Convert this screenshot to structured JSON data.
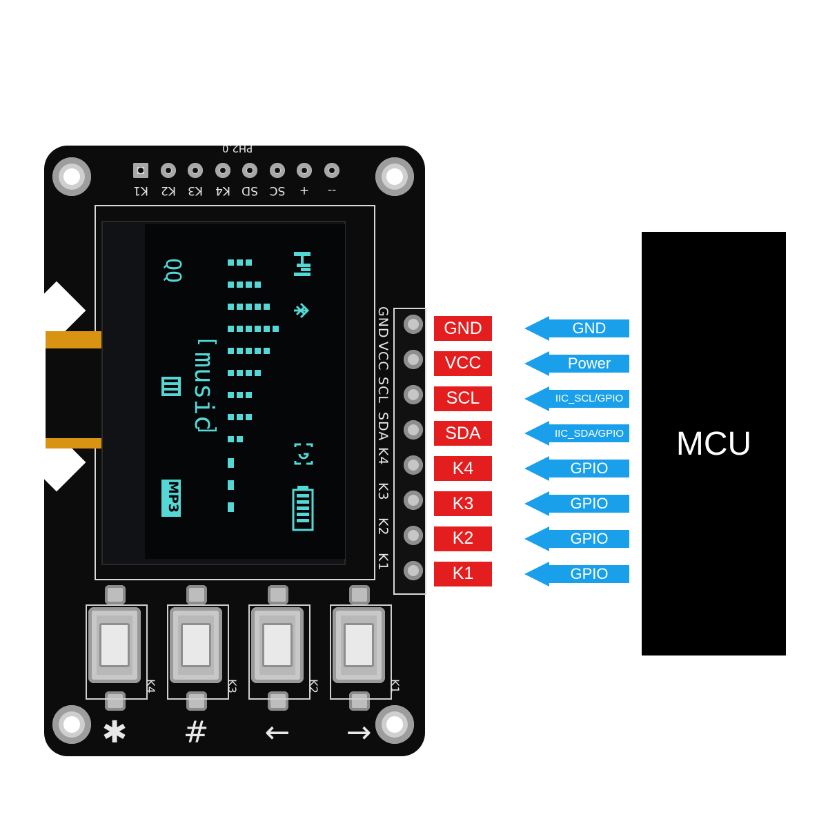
{
  "board": {
    "top_header": {
      "part_label": "PH2.0",
      "pins": [
        "K1",
        "K2",
        "K3",
        "K4",
        "SD",
        "SC",
        "+",
        "--"
      ]
    },
    "side_header": {
      "pins": [
        "GND",
        "VCC",
        "SCL",
        "SDA",
        "K4",
        "K3",
        "K2",
        "K1"
      ]
    },
    "display": {
      "icon_qq": "QQ",
      "music_text": "music",
      "open_bracket": "[",
      "close_bracket": "]",
      "mp3_badge": "MP3",
      "icons": [
        "signal-icon",
        "bluetooth-icon",
        "grid-icon",
        "gps-icon",
        "battery-icon"
      ]
    },
    "buttons": [
      {
        "label": "K4",
        "symbol": "✱"
      },
      {
        "label": "K3",
        "symbol": "#"
      },
      {
        "label": "K2",
        "symbol": "←"
      },
      {
        "label": "K1",
        "symbol": "→"
      }
    ]
  },
  "connections": [
    {
      "pin": "GND",
      "signal": "GND"
    },
    {
      "pin": "VCC",
      "signal": "Power"
    },
    {
      "pin": "SCL",
      "signal": "IIC_SCL/GPIO"
    },
    {
      "pin": "SDA",
      "signal": "IIC_SDA/GPIO"
    },
    {
      "pin": "K4",
      "signal": "GPIO"
    },
    {
      "pin": "K3",
      "signal": "GPIO"
    },
    {
      "pin": "K2",
      "signal": "GPIO"
    },
    {
      "pin": "K1",
      "signal": "GPIO"
    }
  ],
  "mcu": {
    "label": "MCU"
  },
  "colors": {
    "pin_tag": "#e41e1e",
    "signal_arrow": "#1aa0ea",
    "oled_text": "#55d7d5",
    "pcb": "#0c0c0c"
  }
}
